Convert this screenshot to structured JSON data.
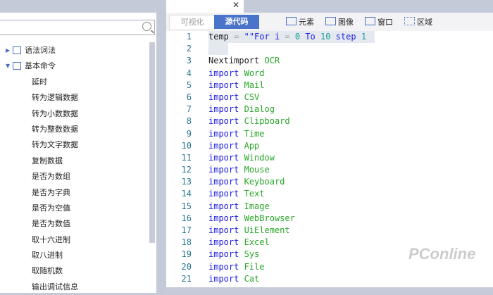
{
  "search": {
    "placeholder": ""
  },
  "tree": {
    "groups": [
      {
        "label": "语法词法",
        "expanded": false
      },
      {
        "label": "基本命令",
        "expanded": true
      }
    ],
    "items": [
      "延时",
      "转为逻辑数据",
      "转为小数数据",
      "转为整数数据",
      "转为文字数据",
      "复制数据",
      "是否为数组",
      "是否为字典",
      "是否为空值",
      "是否为数值",
      "取十六进制",
      "取八进制",
      "取随机数",
      "输出调试信息"
    ]
  },
  "tab": {
    "close": "✕"
  },
  "toolbar": {
    "visual": "可视化",
    "source": "源代码",
    "element": "元素",
    "image": "图像",
    "window": "窗口",
    "region": "区域"
  },
  "code": {
    "line1": {
      "a": "temp",
      "b": " = ",
      "c": "\"\"For i",
      "d": " = ",
      "e": "0",
      "f": " To ",
      "g": "10",
      "h": " step ",
      "i": "1"
    },
    "line3": {
      "a": "Nextimport",
      "b": "OCR"
    },
    "keyword": "import",
    "modules": [
      "Word",
      "Mail",
      "CSV",
      "Dialog",
      "Clipboard",
      "Time",
      "App",
      "Window",
      "Mouse",
      "Keyboard",
      "Text",
      "Image",
      "WebBrowser",
      "UiElement",
      "Excel",
      "Sys",
      "File",
      "Cat"
    ]
  },
  "watermark": "PConline"
}
